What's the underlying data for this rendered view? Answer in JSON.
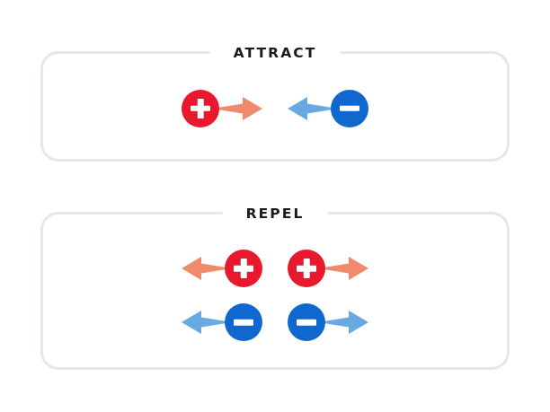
{
  "theme": {
    "background": "#ffffff",
    "card_border": "#E3E8EC",
    "title_color": "#1b1b1b",
    "positive_fill": "#E8192C",
    "negative_fill": "#1068CE",
    "positive_arrow": "#F08A6C",
    "negative_arrow": "#67A9E0",
    "sign_color": "#ffffff"
  },
  "cards": [
    {
      "id": "attract",
      "title": "ATTRACT",
      "charges": [
        {
          "sign": "+",
          "polarity": "positive",
          "arrow_direction": "right",
          "arrow_color": "#F08A6C"
        },
        {
          "sign": "−",
          "polarity": "negative",
          "arrow_direction": "left",
          "arrow_color": "#67A9E0"
        }
      ]
    },
    {
      "id": "repel",
      "title": "REPEL",
      "rows": [
        {
          "polarity": "positive",
          "sign": "+",
          "arrow_color": "#F08A6C",
          "left_arrow_direction": "left",
          "right_arrow_direction": "right"
        },
        {
          "polarity": "negative",
          "sign": "−",
          "arrow_color": "#67A9E0",
          "left_arrow_direction": "left",
          "right_arrow_direction": "right"
        }
      ]
    }
  ]
}
